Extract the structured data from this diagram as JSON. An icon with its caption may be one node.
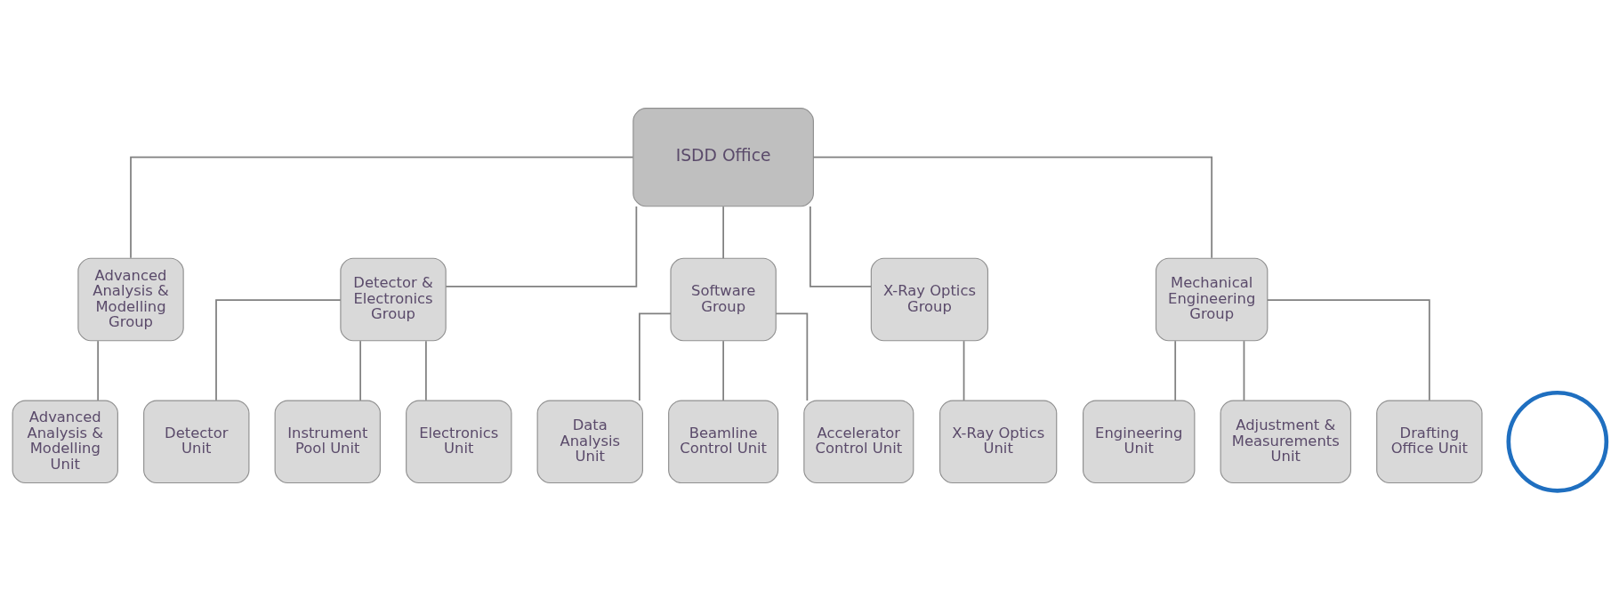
{
  "diagram": {
    "nodes": [
      {
        "text": [
          "ISDD Office"
        ]
      },
      {
        "text": [
          "Advanced Analysis & Modelling Group"
        ]
      },
      {
        "text": [
          "Detector & Electronics Group"
        ]
      },
      {
        "text": [
          "Software Group"
        ]
      },
      {
        "text": [
          "X-Ray Optics Group"
        ]
      },
      {
        "text": [
          "Mechanical Engineering Group"
        ]
      },
      {
        "text": [
          "Advanced Analysis & Modelling Unit"
        ]
      },
      {
        "text": [],
        "shape": "circle"
      },
      {
        "text": [
          "Detector Unit"
        ]
      },
      {
        "text": [
          "Instrument Pool Unit"
        ]
      },
      {
        "text": [
          "Electronics Unit"
        ]
      },
      {
        "text": [
          "Data Analysis Unit"
        ]
      },
      {
        "text": [
          "Beamline Control Unit"
        ]
      },
      {
        "text": [
          "Accelerator Control Unit"
        ]
      },
      {
        "text": [
          "X-Ray Optics Unit"
        ]
      },
      {
        "text": [
          "Engineering Unit"
        ]
      },
      {
        "text": [
          "Adjustment & Measurements Unit"
        ]
      },
      {
        "text": [
          "Drafting Office Unit"
        ]
      }
    ],
    "edges": [
      {
        "from": 0,
        "to": 1,
        "arrow": "none"
      },
      {
        "from": 0,
        "to": 2,
        "arrow": "none"
      },
      {
        "from": 0,
        "to": 3,
        "arrow": "none"
      },
      {
        "from": 0,
        "to": 4,
        "arrow": "none"
      },
      {
        "from": 0,
        "to": 5,
        "arrow": "none"
      },
      {
        "from": 1,
        "to": 6,
        "arrow": "none"
      },
      {
        "from": 2,
        "to": 8,
        "arrow": "none"
      },
      {
        "from": 2,
        "to": 9,
        "arrow": "none"
      },
      {
        "from": 2,
        "to": 10,
        "arrow": "none"
      },
      {
        "from": 3,
        "to": 11,
        "arrow": "none"
      },
      {
        "from": 3,
        "to": 12,
        "arrow": "none"
      },
      {
        "from": 3,
        "to": 13,
        "arrow": "none"
      },
      {
        "from": 4,
        "to": 14,
        "arrow": "none"
      },
      {
        "from": 5,
        "to": 15,
        "arrow": "none"
      },
      {
        "from": 5,
        "to": 16,
        "arrow": "none"
      },
      {
        "from": 5,
        "to": 17,
        "arrow": "none"
      }
    ]
  }
}
